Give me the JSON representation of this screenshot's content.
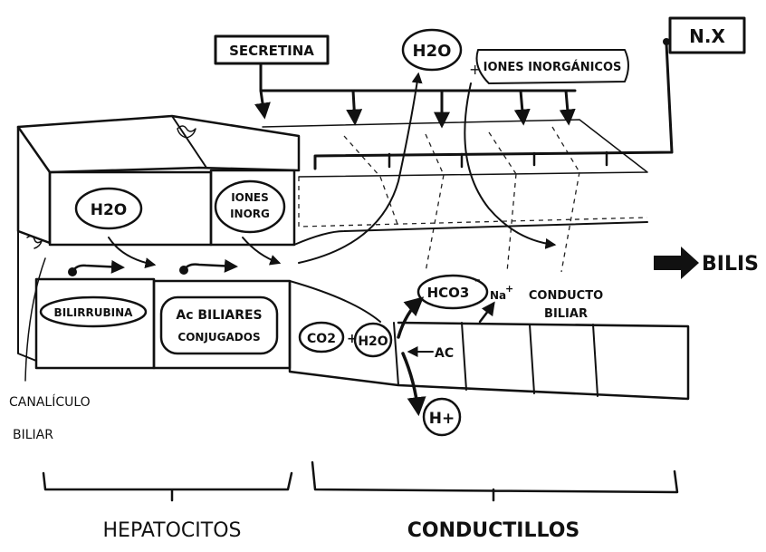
{
  "labels": {
    "secretina": "SECRETINA",
    "nerve": "N.X",
    "h2o_top": "H2O",
    "plus": "+",
    "iones_inorganicos": "IONES INORGÁNICOS",
    "h2o_hepatocyte": "H2O",
    "iones_line1": "IONES",
    "iones_line2": "INORG",
    "bilirrubina": "BILIRRUBINA",
    "ac_biliares_line1": "Ac BILIARES",
    "ac_biliares_line2": "CONJUGADOS",
    "co2": "CO2",
    "co2_plus": "+",
    "h2o_duct": "H2O",
    "ac": "AC",
    "hco3": "HCO3",
    "hco3_charge": "-",
    "na": "Na",
    "na_charge": "+",
    "conducto_line1": "CONDUCTO",
    "conducto_line2": "BILIAR",
    "h_plus": "H+",
    "bilis": "BILIS",
    "canaliculo_line1": "CANALÍCULO",
    "canaliculo_line2": "BILIAR",
    "hepatocitos": "HEPATOCITOS",
    "conductillos": "CONDUCTILLOS"
  },
  "colors": {
    "ink": "#111111",
    "paper": "#ffffff"
  }
}
